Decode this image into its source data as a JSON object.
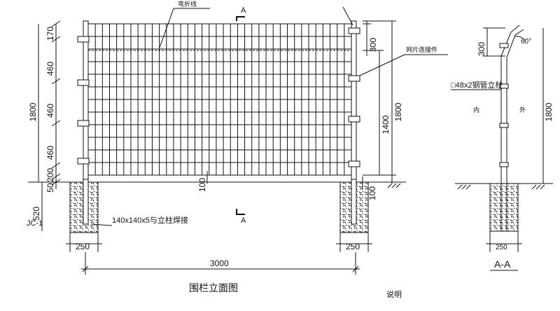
{
  "labels": {
    "section_marker": "A",
    "section_marker_bottom": "A",
    "bend_line": "弯折线",
    "panel_connector": "网片连接件",
    "weld_note": "140x140x5与立柱焊接",
    "foundation": "JC-1",
    "post_spec": "□48x2钢管立柱",
    "inside": "内",
    "outside": "外",
    "elevation_title": "围栏立面图",
    "section_title": "A-A",
    "notes_heading": "说明"
  },
  "dimensions": {
    "left_top": "170",
    "left_460_1": "460",
    "left_460_2": "460",
    "left_460_3": "460",
    "left_200": "200",
    "left_50": "50",
    "left_total": "1800",
    "left_520": "520",
    "base_width_left": "250",
    "base_width_right": "250",
    "span": "3000",
    "right_300": "300",
    "right_1400": "1400",
    "right_1800": "1800",
    "right_100": "100",
    "gap_100": "100",
    "sec_300": "300",
    "sec_angle": "60°",
    "sec_1800": "1800",
    "sec_250": "250"
  },
  "colors": {
    "line": "#111111",
    "background": "#ffffff"
  }
}
